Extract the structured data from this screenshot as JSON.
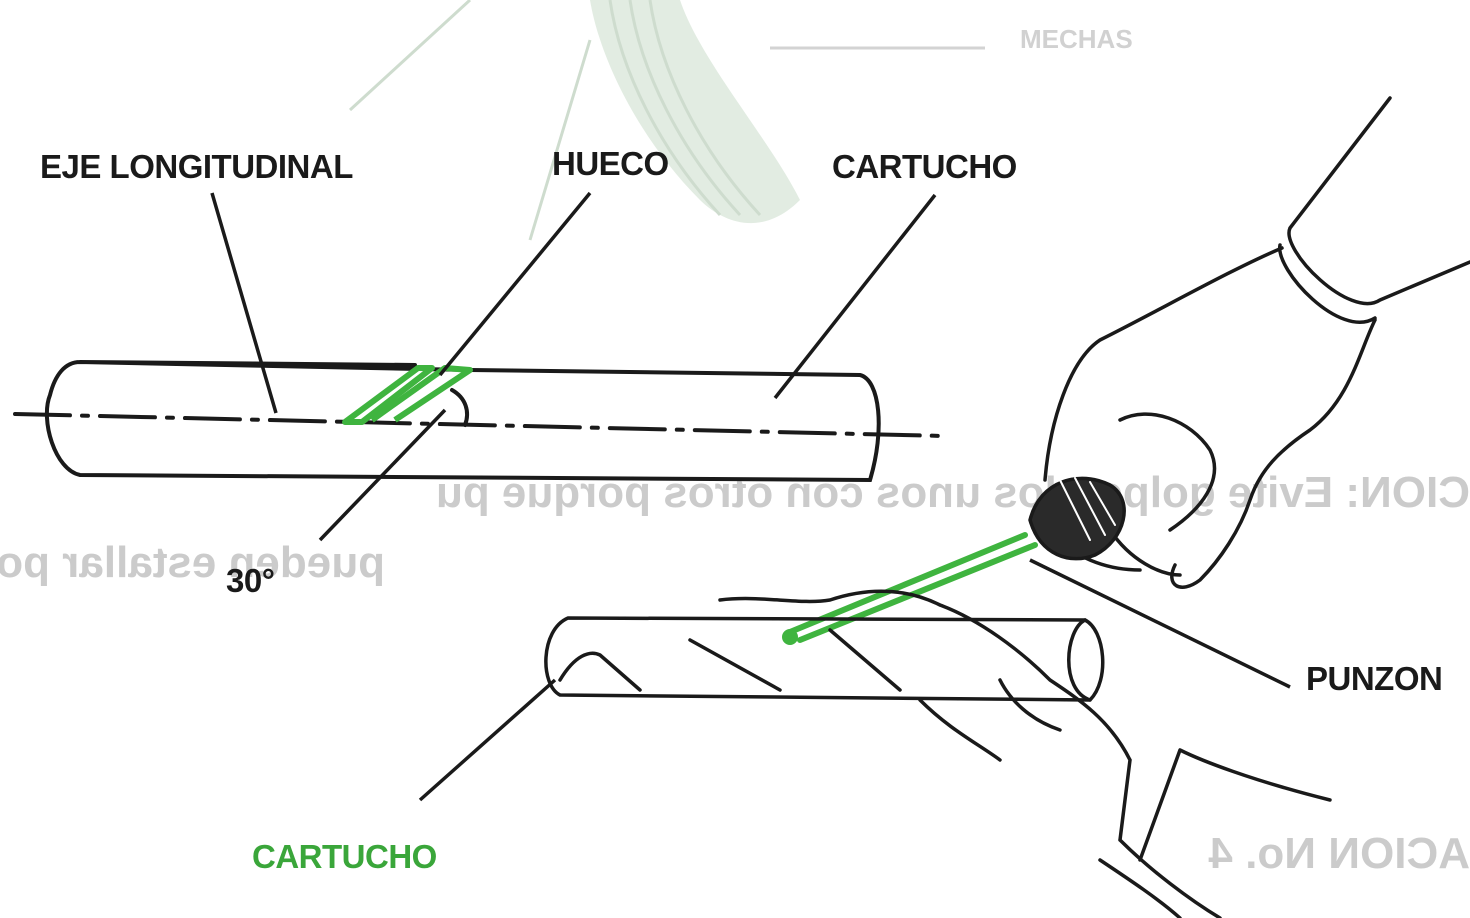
{
  "labels": {
    "eje_longitudinal": "EJE LONGITUDINAL",
    "hueco": "HUECO",
    "cartucho_top": "CARTUCHO",
    "angle": "30°",
    "punzon": "PUNZON",
    "cartucho_bottom": "CARTUCHO"
  },
  "bleed_through": {
    "mechas": "MECHAS",
    "line1": "CION: Evite golpearlos unos con otros porque pu",
    "line2": "pueden estallar por lo sensibles.",
    "line3": "ACION No. 4"
  },
  "colors": {
    "ink": "#1a1a1a",
    "highlight": "#3fb43f",
    "bottom_label": "#3aa63a",
    "ghost": "#c4c4c4",
    "ghost_green": "#c8dcc8"
  }
}
